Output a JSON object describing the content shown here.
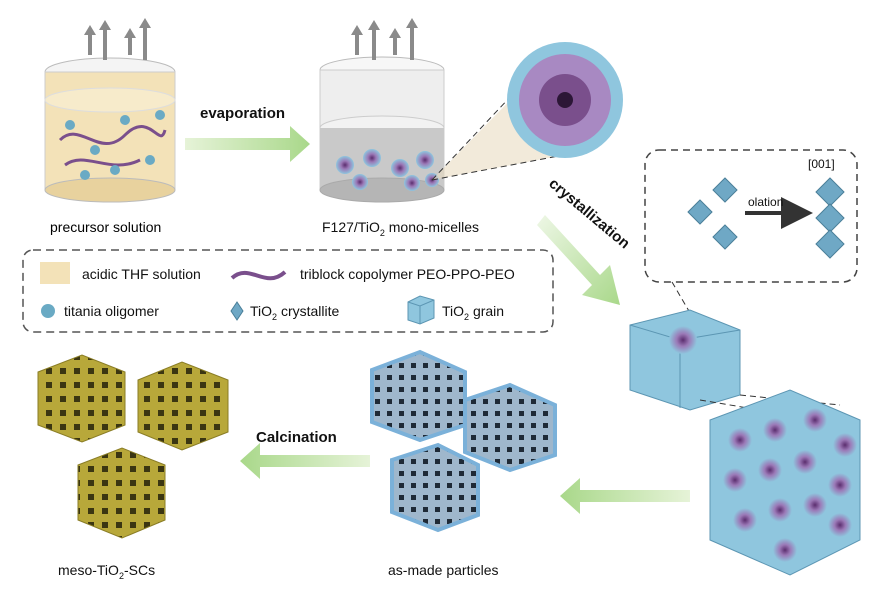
{
  "labels": {
    "precursor": "precursor solution",
    "monomicelle_prefix": "F127/TiO",
    "monomicelle_sub": "2",
    "monomicelle_suffix": " mono-micelles",
    "evaporation": "evaporation",
    "crystallization": "crystallization",
    "olation": "olation",
    "direction": "[001]",
    "calcination": "Calcination",
    "asmade": "as-made particles",
    "meso_prefix": "meso-TiO",
    "meso_sub": "2",
    "meso_suffix": "-SCs"
  },
  "legend": {
    "thf": "acidic THF solution",
    "copolymer": "triblock copolymer PEO-PPO-PEO",
    "oligomer": "titania oligomer",
    "crystallite_prefix": "TiO",
    "crystallite_sub": "2",
    "crystallite_suffix": " crystallite",
    "grain_prefix": "TiO",
    "grain_sub": "2",
    "grain_suffix": " grain"
  },
  "colors": {
    "solution": "#f3e2b8",
    "oligomer": "#6aaac4",
    "copolymer": "#7a4f8c",
    "grain": "#8fc6de",
    "meso": "#b8a83a",
    "arrow": "#bfe2a2"
  }
}
